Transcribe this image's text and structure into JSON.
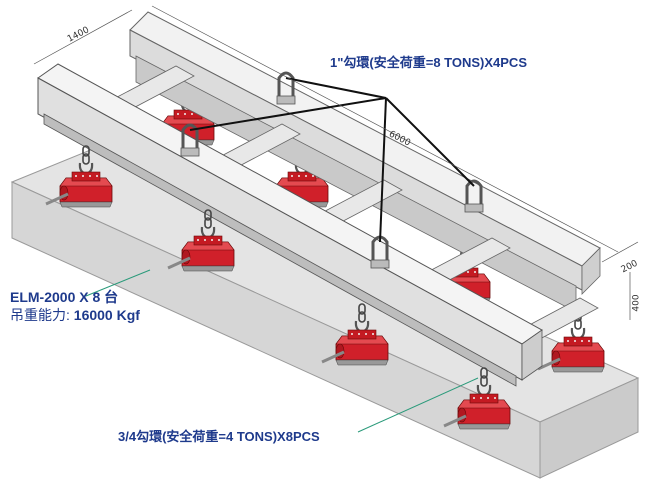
{
  "labels": {
    "shackle_large": "1\"勾環(安全荷重=8 TONS)X4PCS",
    "magnet_model": "ELM-2000 X 8 台",
    "capacity_prefix": "吊重能力: ",
    "capacity_value": "16000 Kgf",
    "shackle_small": "3/4勾環(安全荷重=4 TONS)X8PCS"
  },
  "dimensions": {
    "width": "1400",
    "length": "6000",
    "flange": "200",
    "height": "400"
  },
  "colors": {
    "label_text": "#1e3a8c",
    "magnet_red": "#d0202a",
    "steel": "#dcdcdc",
    "plate": "#e4e4e4",
    "leader_green": "#2a9a7a"
  }
}
